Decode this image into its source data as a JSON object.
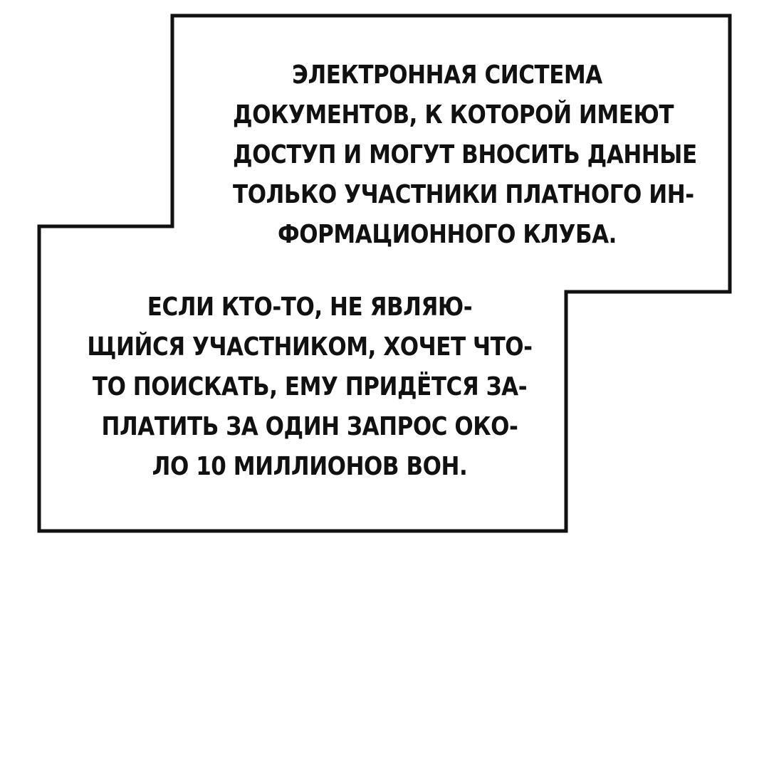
{
  "caption_top": {
    "lines": [
      "ЭЛЕКТРОННАЯ СИСТЕМА",
      "ДОКУМЕНТОВ, К КОТОРОЙ ИМЕЮТ",
      "ДОСТУП И МОГУТ ВНОСИТЬ ДАННЫЕ",
      "ТОЛЬКО УЧАСТНИКИ ПЛАТНОГО ИН-",
      "ФОРМАЦИОННОГО КЛУБА."
    ]
  },
  "caption_bottom": {
    "lines": [
      "ЕСЛИ КТО-ТО, НЕ ЯВЛЯЮ-",
      "ЩИЙСЯ УЧАСТНИКОМ, ХОЧЕТ ЧТО-",
      "ТО ПОИСКАТЬ, ЕМУ ПРИДЁТСЯ ЗА-",
      "ПЛАТИТЬ ЗА ОДИН ЗАПРОС ОКО-",
      "ЛО 10 МИЛЛИОНОВ ВОН."
    ]
  }
}
